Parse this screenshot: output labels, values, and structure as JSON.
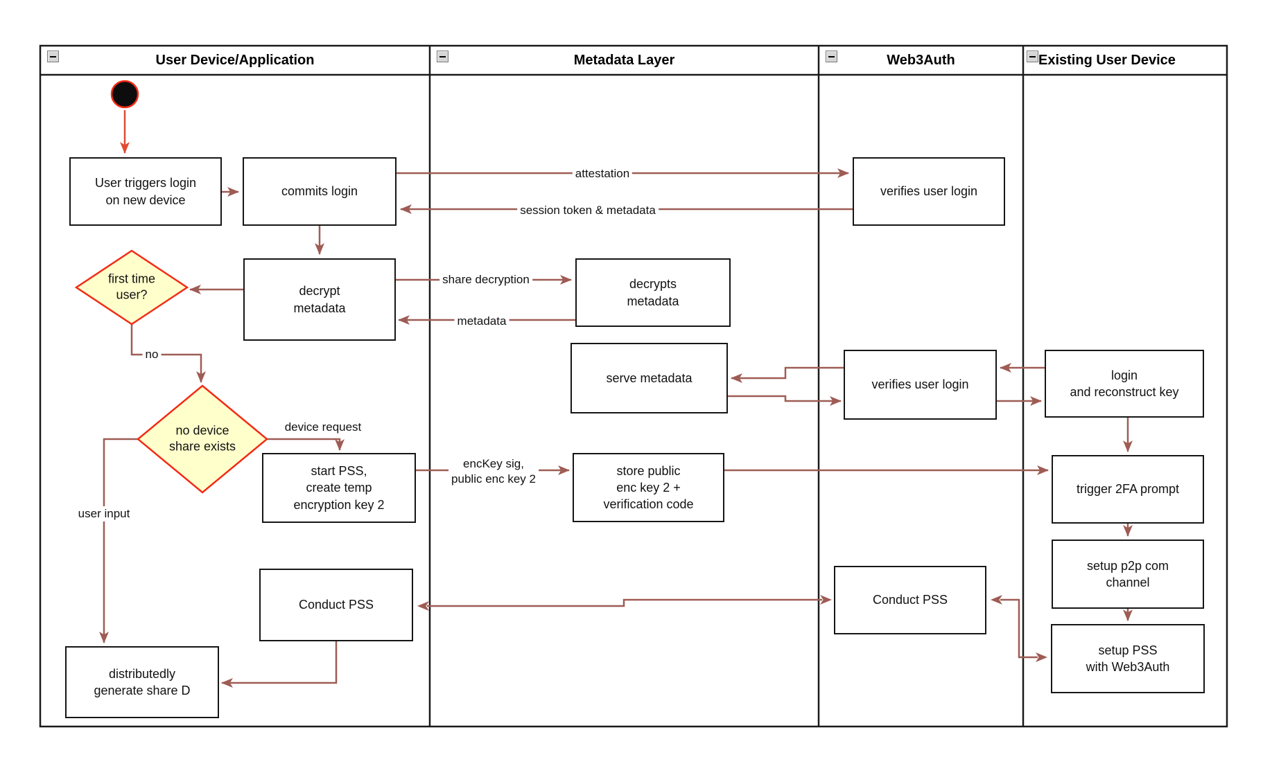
{
  "lanes": [
    {
      "label": "User Device/Application"
    },
    {
      "label": "Metadata Layer"
    },
    {
      "label": "Web3Auth"
    },
    {
      "label": "Existing User Device"
    }
  ],
  "nodes": {
    "user_triggers_login": {
      "label": "User triggers login\non new device"
    },
    "commits_login": {
      "label": "commits login"
    },
    "verifies_user_login_1": {
      "label": "verifies user login"
    },
    "decrypt_metadata": {
      "label": "decrypt\nmetadata"
    },
    "decrypts_metadata": {
      "label": "decrypts\nmetadata"
    },
    "first_time_user": {
      "label": "first time\nuser?"
    },
    "no_device_share": {
      "label": "no device\nshare exists"
    },
    "serve_metadata": {
      "label": "serve metadata"
    },
    "verifies_user_login_2": {
      "label": "verifies user login"
    },
    "login_reconstruct": {
      "label": "login\nand reconstruct key"
    },
    "start_pss": {
      "label": "start PSS,\ncreate temp\nencryption key 2"
    },
    "store_public_key": {
      "label": "store public\nenc key 2 +\nverification code"
    },
    "trigger_2fa": {
      "label": "trigger 2FA prompt"
    },
    "setup_p2p": {
      "label": "setup p2p com\nchannel"
    },
    "setup_pss": {
      "label": "setup PSS\nwith Web3Auth"
    },
    "conduct_pss_left": {
      "label": "Conduct PSS"
    },
    "conduct_pss_right": {
      "label": "Conduct PSS"
    },
    "generate_share_d": {
      "label": "distributedly\ngenerate share D"
    }
  },
  "edge_labels": {
    "attestation": "attestation",
    "session_token": "session token & metadata",
    "share_decryption": "share decryption",
    "metadata": "metadata",
    "no": "no",
    "device_request": "device request",
    "enckey_sig": "encKey sig,\npublic enc key 2",
    "user_input": "user input"
  },
  "colors": {
    "flow_arrow": "#9e5c54",
    "accent_red": "#f32b14",
    "start_arrow": "#e04a33",
    "decision_fill": "#ffffcc",
    "table_border": "#1a1a1a"
  }
}
